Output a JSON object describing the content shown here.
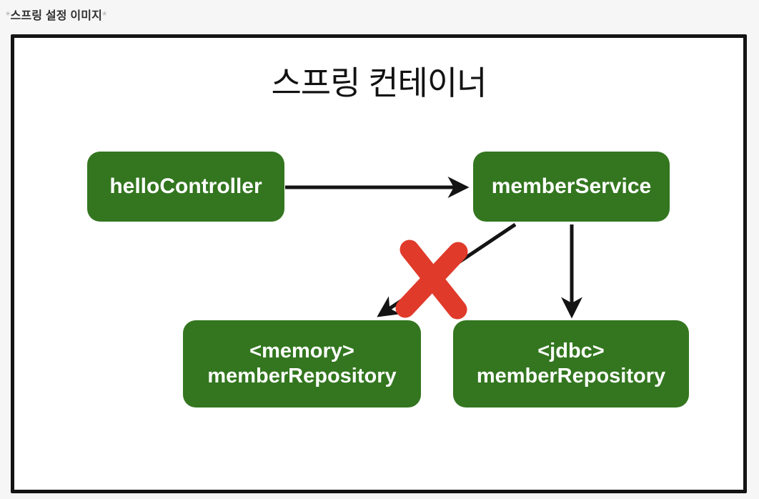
{
  "caption": {
    "prefix": "*",
    "text": "스프링 설정 이미지",
    "suffix": "*"
  },
  "diagram": {
    "title": "스프링 컨테이너",
    "nodes": {
      "hello_controller": {
        "label": "helloController"
      },
      "member_service": {
        "label": "memberService"
      },
      "memory_member_repository": {
        "line1": "<memory>",
        "line2": "memberRepository"
      },
      "jdbc_member_repository": {
        "line1": "<jdbc>",
        "line2": "memberRepository"
      }
    },
    "edges": [
      {
        "from": "helloController",
        "to": "memberService",
        "type": "arrow",
        "status": "active"
      },
      {
        "from": "memberService",
        "to": "<memory> memberRepository",
        "type": "arrow",
        "status": "crossed-out"
      },
      {
        "from": "memberService",
        "to": "<jdbc> memberRepository",
        "type": "arrow",
        "status": "active"
      }
    ],
    "colors": {
      "node_background": "#33761f",
      "node_text": "#ffffff",
      "arrow": "#141414",
      "cross_mark": "#e03a2b",
      "container_border": "#141414",
      "container_background": "#ffffff",
      "page_background": "#f6f6f6"
    }
  }
}
